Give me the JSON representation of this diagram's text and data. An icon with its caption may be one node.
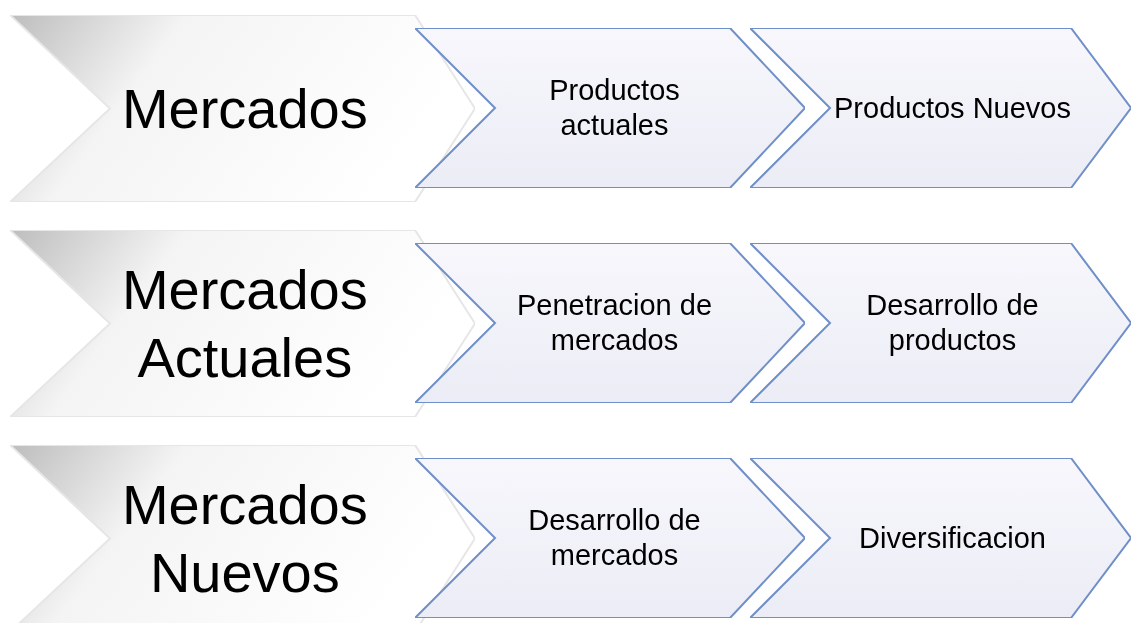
{
  "diagram": {
    "nodes": [
      {
        "text": [
          "Mercados"
        ]
      },
      {
        "text": [
          "Productos actuales"
        ]
      },
      {
        "text": [
          "Productos Nuevos"
        ]
      },
      {
        "text": [
          "Mercados Actuales"
        ]
      },
      {
        "text": [
          "Penetracion de mercados"
        ]
      },
      {
        "text": [
          "Desarrollo de productos"
        ]
      },
      {
        "text": [
          "Mercados Nuevos"
        ]
      },
      {
        "text": [
          "Desarrollo de mercados"
        ]
      },
      {
        "text": [
          "Diversificacion"
        ]
      }
    ]
  }
}
